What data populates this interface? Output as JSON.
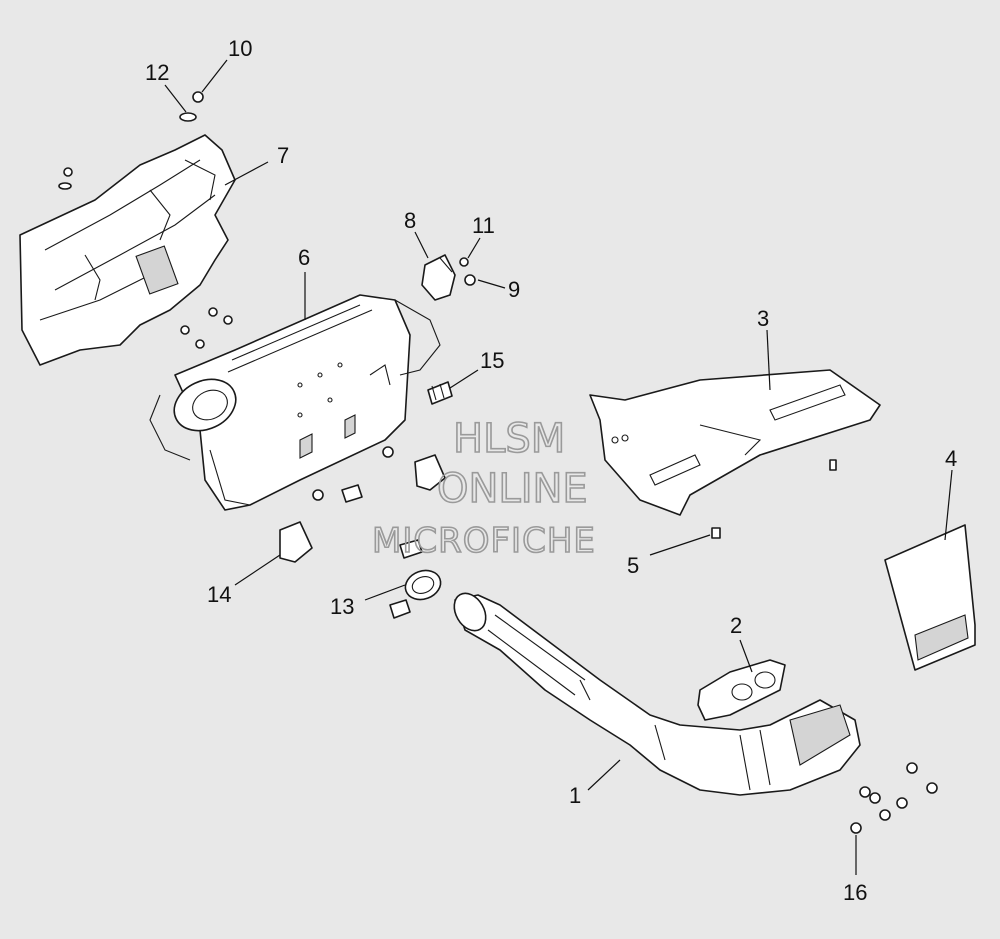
{
  "callouts": [
    {
      "id": "c1",
      "label": "1"
    },
    {
      "id": "c2",
      "label": "2"
    },
    {
      "id": "c3",
      "label": "3"
    },
    {
      "id": "c4",
      "label": "4"
    },
    {
      "id": "c5",
      "label": "5"
    },
    {
      "id": "c6",
      "label": "6"
    },
    {
      "id": "c7",
      "label": "7"
    },
    {
      "id": "c8",
      "label": "8"
    },
    {
      "id": "c9",
      "label": "9"
    },
    {
      "id": "c10",
      "label": "10"
    },
    {
      "id": "c11",
      "label": "11"
    },
    {
      "id": "c12",
      "label": "12"
    },
    {
      "id": "c13",
      "label": "13"
    },
    {
      "id": "c14",
      "label": "14"
    },
    {
      "id": "c15",
      "label": "15"
    },
    {
      "id": "c16",
      "label": "16"
    }
  ],
  "watermark": {
    "line1": "HLSM",
    "line2": "ONLINE",
    "line3": "MICROFICHE"
  },
  "colors": {
    "background": "#e8e8e8",
    "part_fill": "#ffffff",
    "line": "#1a1a1a",
    "watermark": "#9a9a9a"
  }
}
